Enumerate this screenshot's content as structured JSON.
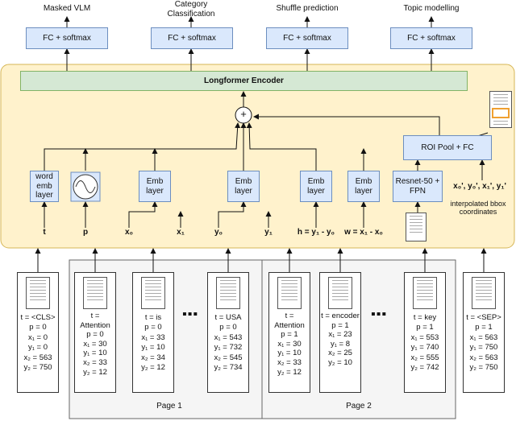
{
  "heads": {
    "masked_vlm": {
      "title": "Masked VLM",
      "box": "FC + softmax"
    },
    "category": {
      "title": "Category Classification",
      "box": "FC + softmax"
    },
    "shuffle": {
      "title": "Shuffle prediction",
      "box": "FC + softmax"
    },
    "topic": {
      "title": "Topic modelling",
      "box": "FC + softmax"
    }
  },
  "encoder": "Longformer Encoder",
  "sum_symbol": "+",
  "modules": {
    "word_emb": "word emb layer",
    "emb_x": "Emb layer",
    "emb_y": "Emb layer",
    "emb_h": "Emb layer",
    "emb_w": "Emb layer",
    "resnet": "Resnet-50 + FPN",
    "roi": "ROI Pool + FC"
  },
  "inputs": {
    "t": "t",
    "p": "p",
    "x0": "x₀",
    "x1": "x₁",
    "y0": "y₀",
    "y1": "y₁",
    "h": "h = y₁ - y₀",
    "w": "w = x₁ - x₀",
    "bbox": "x₀', y₀', x₁', y₁'",
    "bbox_caption": "interpolated bbox coordinates"
  },
  "tokens": [
    {
      "t": "t = <CLS>",
      "p": "p = 0",
      "x1": "x₁ = 0",
      "y1": "y₁ = 0",
      "x2": "x₂ = 563",
      "y2": "y₂ = 750"
    },
    {
      "t": "t = Attention",
      "p": "p = 0",
      "x1": "x₁ = 30",
      "y1": "y₁ = 10",
      "x2": "x₂ = 33",
      "y2": "y₂ = 12"
    },
    {
      "t": "t = is",
      "p": "p = 0",
      "x1": "x₁ = 33",
      "y1": "y₁ = 10",
      "x2": "x₂ = 34",
      "y2": "y₂ = 12"
    },
    {
      "t": "t = USA",
      "p": "p = 0",
      "x1": "x₁ = 543",
      "y1": "y₁ = 732",
      "x2": "x₂ = 545",
      "y2": "y₂ = 734"
    },
    {
      "t": "t = Attention",
      "p": "p = 1",
      "x1": "x₁ = 30",
      "y1": "y₁ = 10",
      "x2": "x₂ = 33",
      "y2": "y₂ = 12"
    },
    {
      "t": "t = encoder",
      "p": "p = 1",
      "x1": "x₁ = 23",
      "y1": "y₁ = 8",
      "x2": "x₂ = 25",
      "y2": "y₂ = 10"
    },
    {
      "t": "t = key",
      "p": "p = 1",
      "x1": "x₁ = 553",
      "y1": "y₁ = 740",
      "x2": "x₂ = 555",
      "y2": "y₂ = 742"
    },
    {
      "t": "t = <SEP>",
      "p": "p = 1",
      "x1": "x₁ = 563",
      "y1": "y₁ = 750",
      "x2": "x₂ = 563",
      "y2": "y₂ = 750"
    }
  ],
  "ellipsis": "▪▪▪",
  "pages": {
    "page1": "Page 1",
    "page2": "Page 2"
  }
}
